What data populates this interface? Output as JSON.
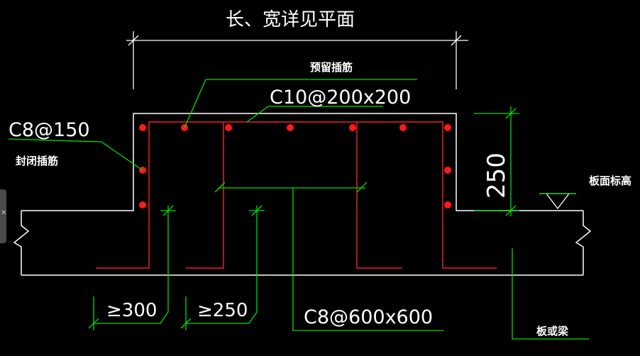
{
  "labels": {
    "top_dimension": "长、宽详见平面",
    "reserved_dowel": "预留插筋",
    "top_mesh": "C10@200x200",
    "side_stirrup": "C8@150",
    "closing_dowel": "封闭插筋",
    "height_value": "250",
    "slab_elevation": "板面标高",
    "anchor_300": "≥300",
    "anchor_250": "≥250",
    "bottom_mesh": "C8@600x600",
    "slab_or_beam": "板或梁"
  },
  "colors": {
    "background": "#000000",
    "outline": "#ffffff",
    "rebar": "#e8202a",
    "rebar_dot": "#ff1a1a",
    "dimension": "#00e000",
    "text": "#ffffff"
  },
  "icons": {
    "edge_tab": "close-icon"
  }
}
